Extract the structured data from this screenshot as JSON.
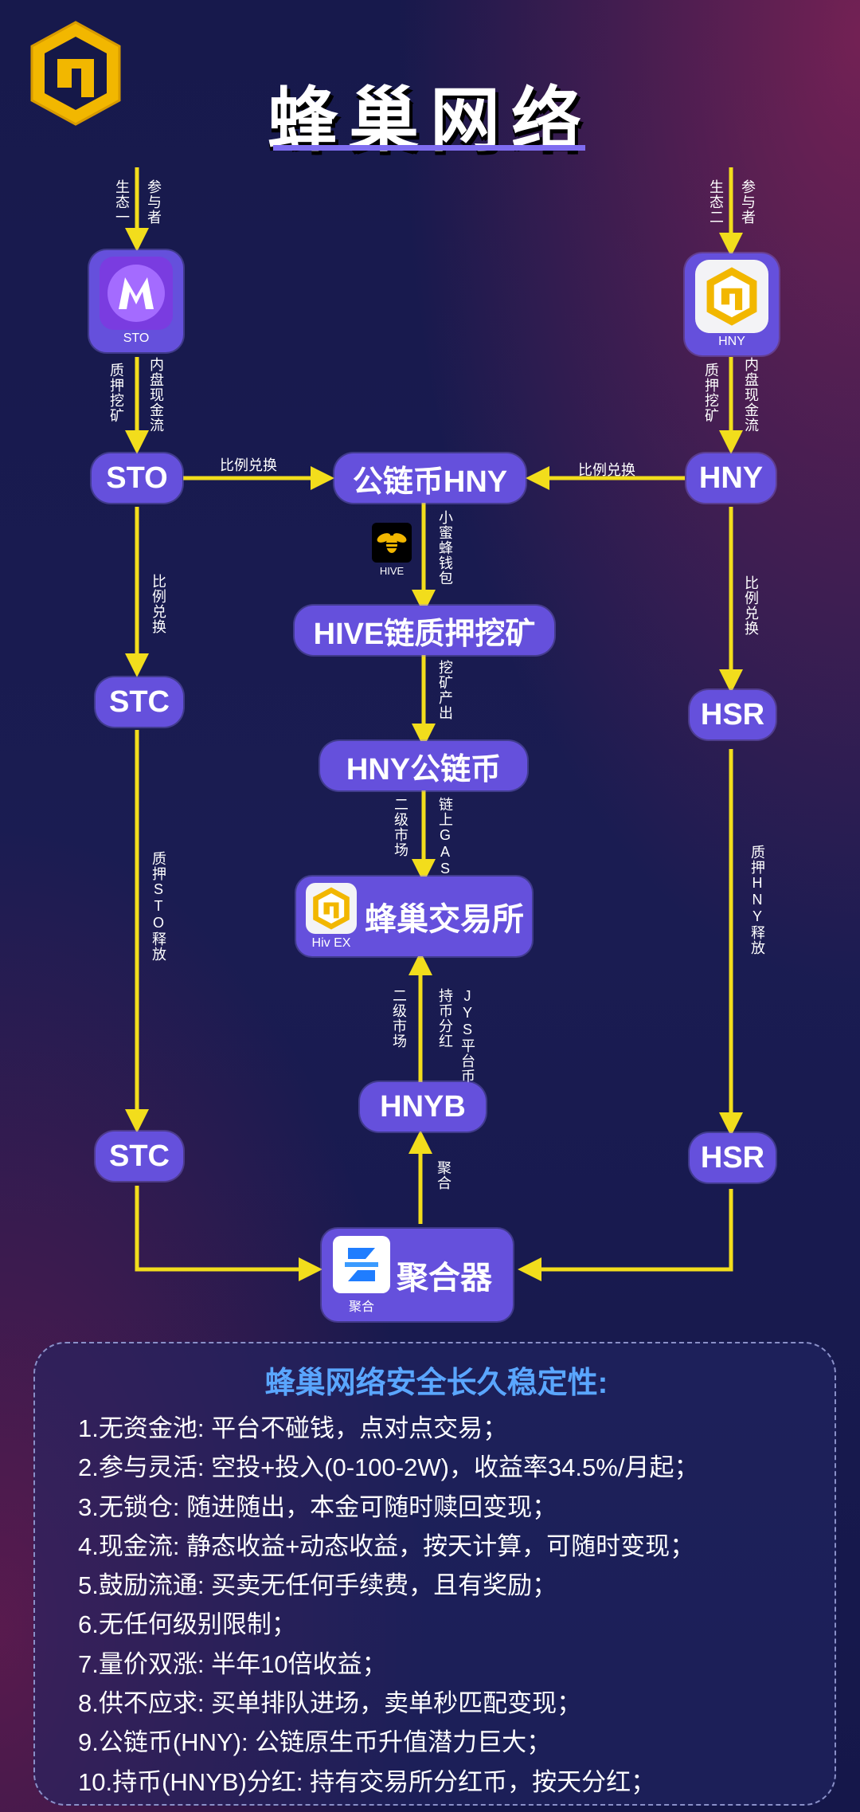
{
  "title": "蜂巢网络",
  "brand_logo": "hive-cube-logo",
  "colors": {
    "background": "#17194c",
    "node": "#6550dc",
    "arrow": "#f2dd1c",
    "accent": "#f2b700",
    "info_title": "#5aa6ff"
  },
  "nodes": {
    "sto_app": {
      "caption": "STO"
    },
    "hny_app": {
      "caption": "HNY"
    },
    "sto": "STO",
    "hny": "HNY",
    "hny_chain_coin": "公链币HNY",
    "hive_wallet": {
      "caption": "HIVE"
    },
    "hive_mining": "HIVE链质押挖矿",
    "hny_coin": "HNY公链币",
    "exchange": {
      "name": "蜂巢交易所",
      "caption": "Hiv EX"
    },
    "hnyb": "HNYB",
    "stc_top": "STC",
    "stc_bottom": "STC",
    "hsr_top": "HSR",
    "hsr_bottom": "HSR",
    "aggregator": {
      "name": "聚合器",
      "caption": "聚合"
    }
  },
  "labels": {
    "eco1": "生态一",
    "participant_left": "参与者",
    "eco2": "生态二",
    "participant_right": "参与者",
    "stake_mining_left": "质押挖矿",
    "cashflow_left": "内盘现金流",
    "stake_mining_right": "质押挖矿",
    "cashflow_right": "内盘现金流",
    "ratio_exchange_left": "比例兑换",
    "ratio_exchange_right": "比例兑换",
    "ratio_exchange_sto": "比例兑换",
    "ratio_exchange_hny": "比例兑换",
    "bee_wallet": "小蜜蜂钱包",
    "mining_output": "挖矿产出",
    "secondary_market_1": "二级市场",
    "gas_fee": "链上GAS费",
    "stake_sto_release": "质押STO释放",
    "stake_hny_release": "质押HNY释放",
    "secondary_market_2": "二级市场",
    "hold_dividend": "持币分红",
    "jys_platform_coin": "JYS平台币",
    "aggregate": "聚合"
  },
  "info": {
    "title": "蜂巢网络安全长久稳定性:",
    "items": [
      "1.无资金池: 平台不碰钱，点对点交易；",
      "2.参与灵活: 空投+投入(0-100-2W)，收益率34.5%/月起；",
      "3.无锁仓: 随进随出，本金可随时赎回变现；",
      "4.现金流: 静态收益+动态收益，按天计算，可随时变现；",
      "5.鼓励流通: 买卖无任何手续费，且有奖励；",
      "6.无任何级别限制；",
      "7.量价双涨: 半年10倍收益；",
      "8.供不应求: 买单排队进场，卖单秒匹配变现；",
      "9.公链币(HNY): 公链原生币升值潜力巨大；",
      "10.持币(HNYB)分红: 持有交易所分红币，按天分红；"
    ]
  }
}
